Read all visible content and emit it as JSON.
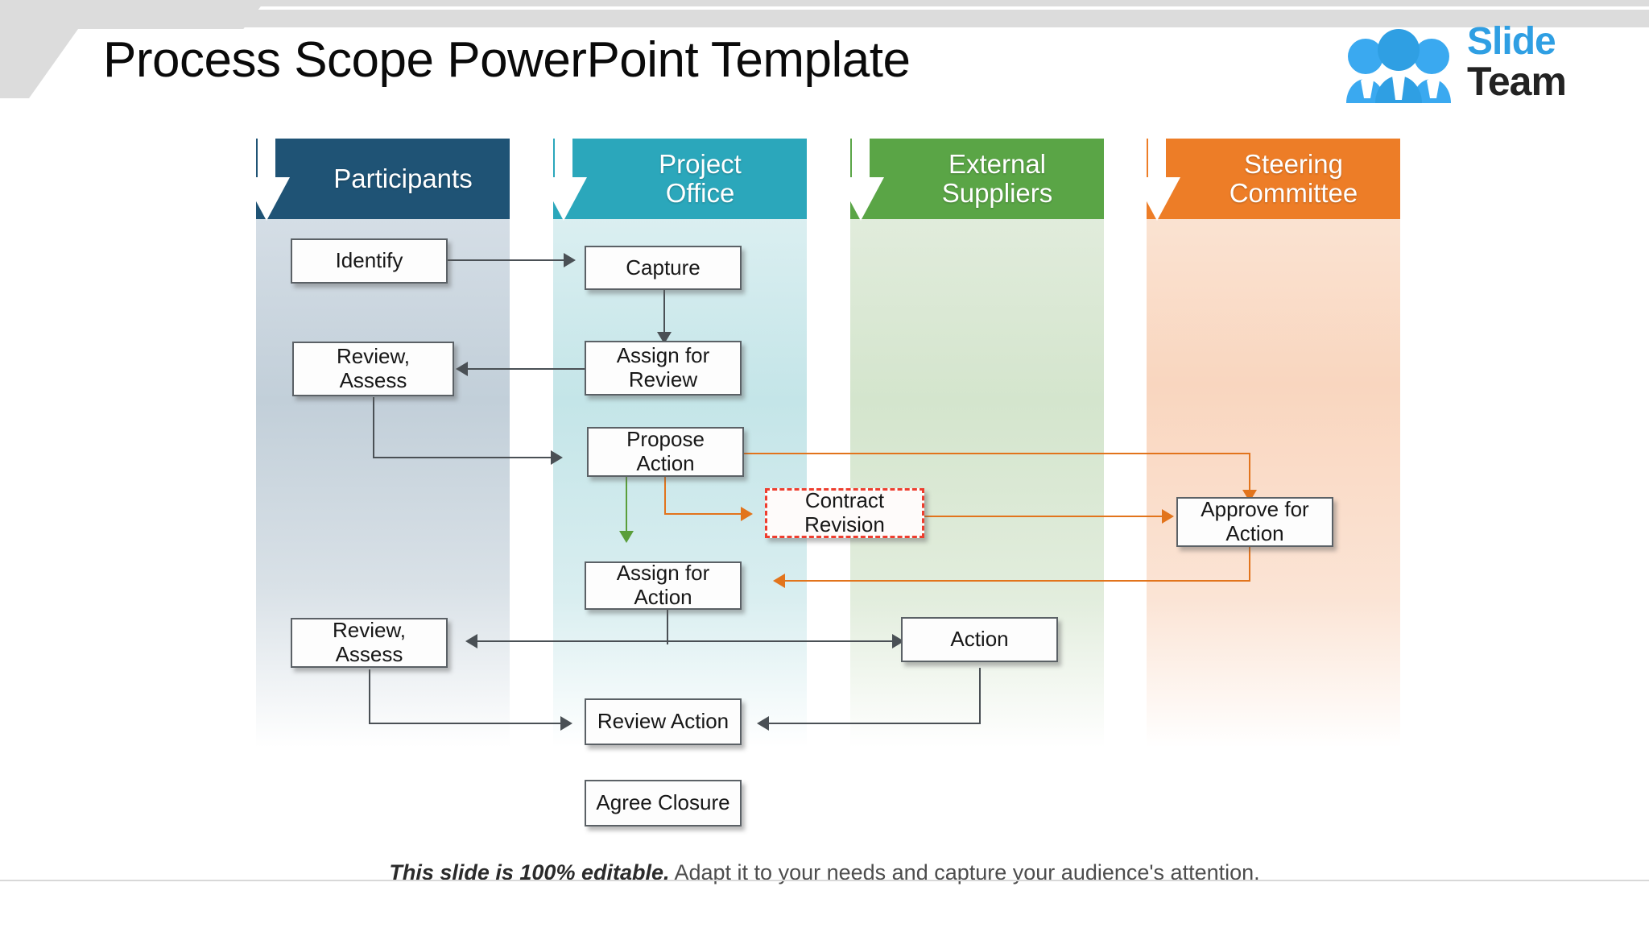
{
  "header": {
    "title": "Process Scope PowerPoint Template",
    "logo": {
      "mark_icon": "people-group-icon",
      "word_one": "Slide",
      "word_two": "Team",
      "accent_color": "#2f9fe3",
      "dark_color": "#232323"
    }
  },
  "lanes": [
    {
      "label": "Participants",
      "header_color": "#1f5375",
      "band_color": "#c2cfd9",
      "arrow_icon": "down-arrow-icon"
    },
    {
      "label": "Project\nOffice",
      "header_color": "#2ba7bb",
      "band_color": "#c4e5e8",
      "arrow_icon": "down-arrow-icon"
    },
    {
      "label": "External\nSuppliers",
      "header_color": "#5aa546",
      "band_color": "#d4e5cd",
      "arrow_icon": "down-arrow-icon"
    },
    {
      "label": "Steering\nCommittee",
      "header_color": "#ed7d27",
      "band_color": "#f9d6bf",
      "arrow_icon": "down-arrow-icon"
    }
  ],
  "nodes": {
    "identify": "Identify",
    "capture": "Capture",
    "review_assess_1": "Review,\nAssess",
    "assign_review": "Assign for\nReview",
    "propose_action": "Propose\nAction",
    "contract_revision": "Contract\nRevision",
    "approve_action": "Approve for\nAction",
    "assign_action": "Assign for\nAction",
    "review_assess_2": "Review,\nAssess",
    "action": "Action",
    "review_action": "Review Action",
    "agree_closure": "Agree Closure"
  },
  "connector_colors": {
    "default": "#4a5055",
    "orange": "#e2741c",
    "green": "#5a9e3a",
    "dashed_border": "#ee3d2e"
  },
  "footer": {
    "bold_text": "This slide is 100% editable.",
    "rest_text": " Adapt it to your needs and capture your audience's attention."
  }
}
